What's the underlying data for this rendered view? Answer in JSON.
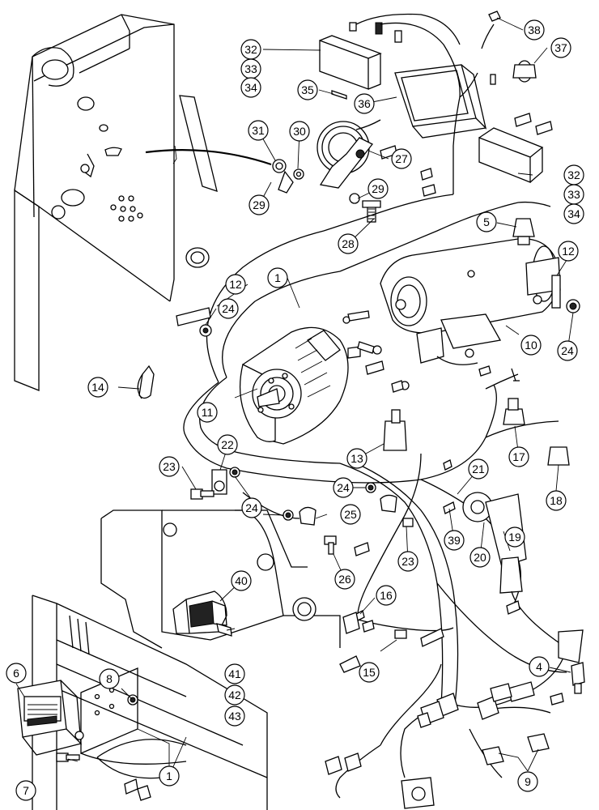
{
  "callouts": [
    {
      "id": "c1",
      "label": "1"
    },
    {
      "id": "c1b",
      "label": "1"
    },
    {
      "id": "c4",
      "label": "4"
    },
    {
      "id": "c5",
      "label": "5"
    },
    {
      "id": "c6",
      "label": "6"
    },
    {
      "id": "c7",
      "label": "7"
    },
    {
      "id": "c8",
      "label": "8"
    },
    {
      "id": "c9",
      "label": "9"
    },
    {
      "id": "c10",
      "label": "10"
    },
    {
      "id": "c11",
      "label": "11"
    },
    {
      "id": "c12",
      "label": "12"
    },
    {
      "id": "c12b",
      "label": "12"
    },
    {
      "id": "c13",
      "label": "13"
    },
    {
      "id": "c14",
      "label": "14"
    },
    {
      "id": "c15",
      "label": "15"
    },
    {
      "id": "c16",
      "label": "16"
    },
    {
      "id": "c17",
      "label": "17"
    },
    {
      "id": "c18",
      "label": "18"
    },
    {
      "id": "c19",
      "label": "19"
    },
    {
      "id": "c20",
      "label": "20"
    },
    {
      "id": "c21",
      "label": "21"
    },
    {
      "id": "c22",
      "label": "22"
    },
    {
      "id": "c23",
      "label": "23"
    },
    {
      "id": "c23b",
      "label": "23"
    },
    {
      "id": "c24",
      "label": "24"
    },
    {
      "id": "c24b",
      "label": "24"
    },
    {
      "id": "c24c",
      "label": "24"
    },
    {
      "id": "c24d",
      "label": "24"
    },
    {
      "id": "c25",
      "label": "25"
    },
    {
      "id": "c26",
      "label": "26"
    },
    {
      "id": "c27",
      "label": "27"
    },
    {
      "id": "c28",
      "label": "28"
    },
    {
      "id": "c29",
      "label": "29"
    },
    {
      "id": "c29b",
      "label": "29"
    },
    {
      "id": "c30",
      "label": "30"
    },
    {
      "id": "c31",
      "label": "31"
    },
    {
      "id": "c32",
      "label": "32"
    },
    {
      "id": "c33",
      "label": "33"
    },
    {
      "id": "c34",
      "label": "34"
    },
    {
      "id": "c32b",
      "label": "32"
    },
    {
      "id": "c33b",
      "label": "33"
    },
    {
      "id": "c34b",
      "label": "34"
    },
    {
      "id": "c35",
      "label": "35"
    },
    {
      "id": "c36",
      "label": "36"
    },
    {
      "id": "c37",
      "label": "37"
    },
    {
      "id": "c38",
      "label": "38"
    },
    {
      "id": "c39",
      "label": "39"
    },
    {
      "id": "c40",
      "label": "40"
    },
    {
      "id": "c41",
      "label": "41"
    },
    {
      "id": "c42",
      "label": "42"
    },
    {
      "id": "c43",
      "label": "43"
    }
  ]
}
